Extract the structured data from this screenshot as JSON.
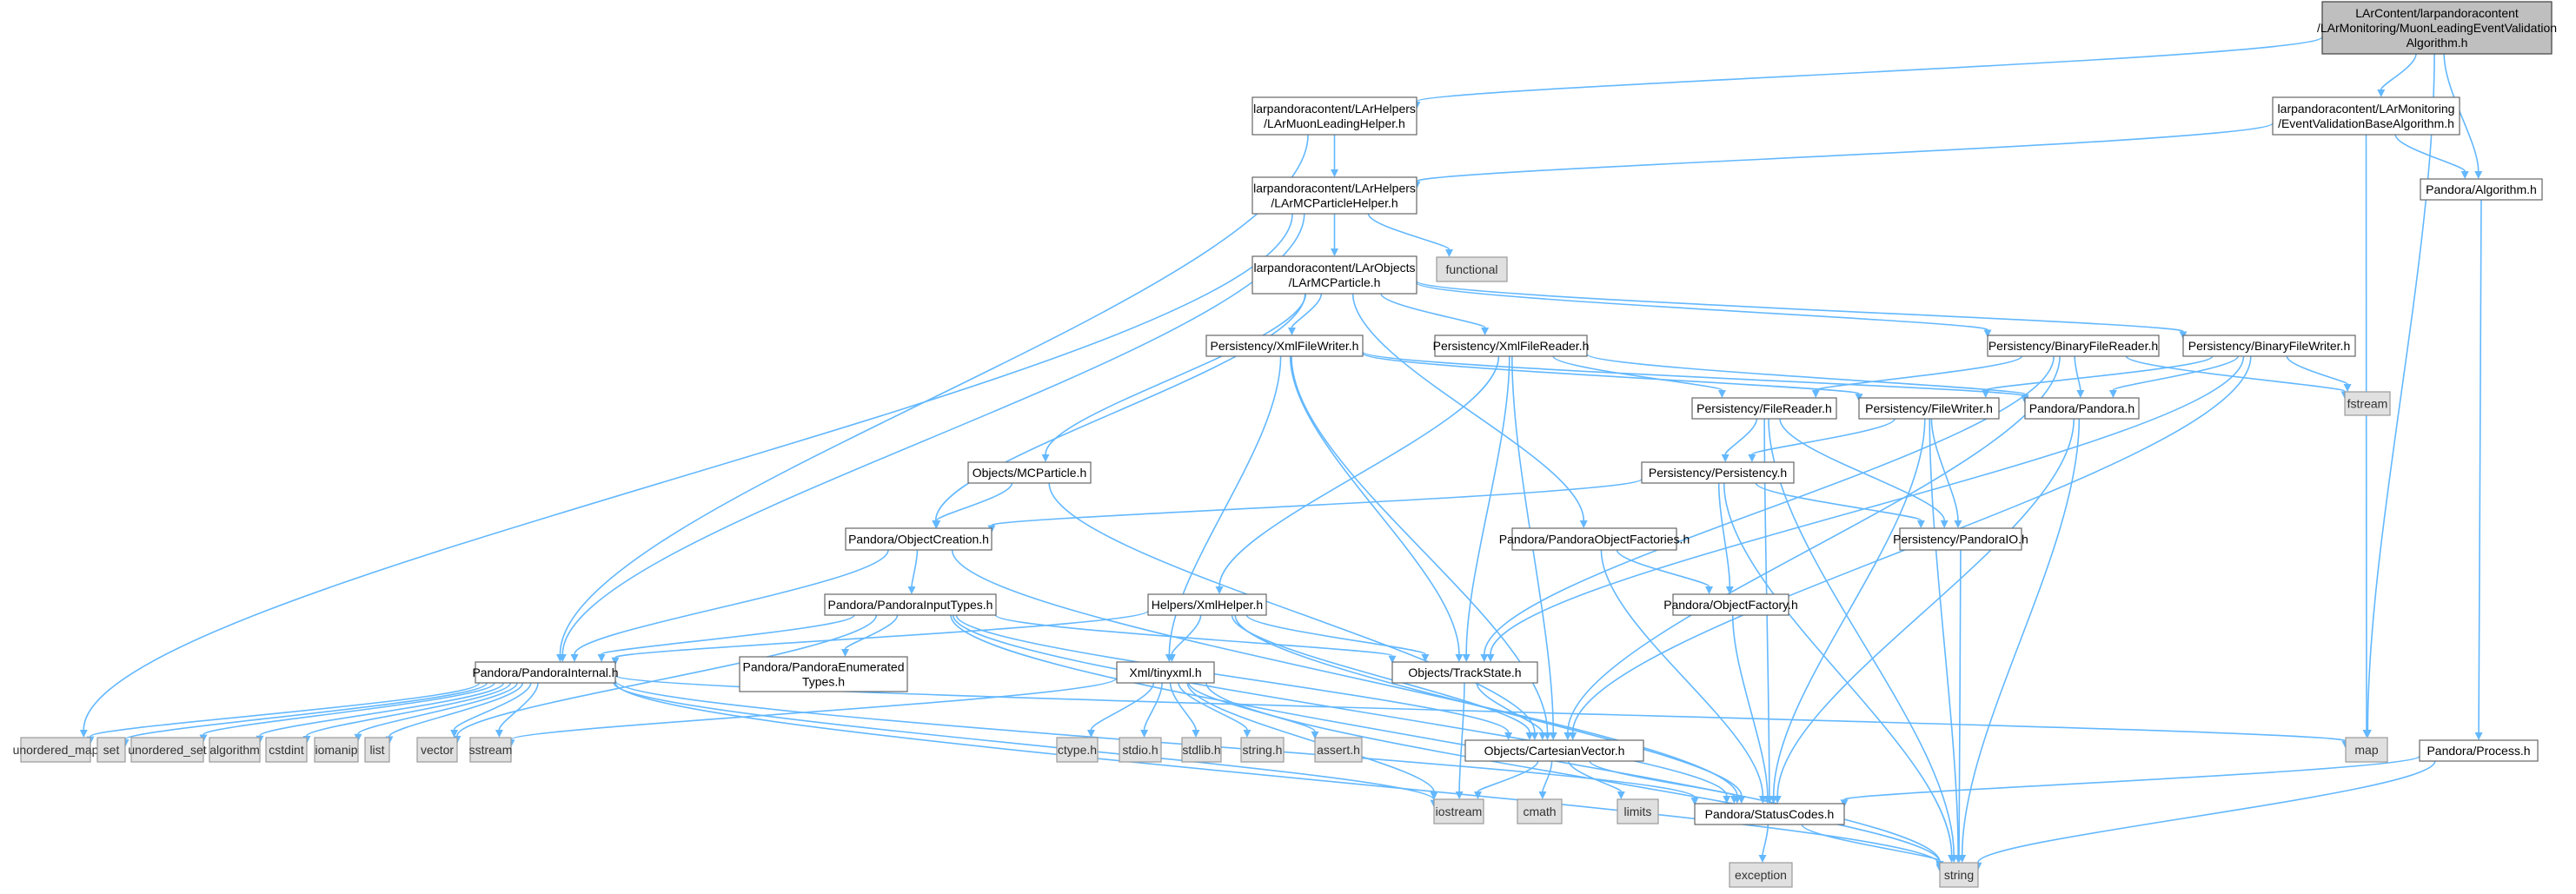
{
  "colors": {
    "edge": "#63b8ff",
    "root_fill": "#bfbfbf",
    "user_fill": "#ffffff",
    "system_fill": "#e0e0e0"
  },
  "nodes": [
    {
      "id": "root",
      "lines": [
        "LArContent/larpandoracontent",
        "/LArMonitoring/MuonLeadingEventValidation",
        "Algorithm.h"
      ],
      "kind": "root"
    },
    {
      "id": "mlh",
      "lines": [
        "larpandoracontent/LArHelpers",
        "/LArMuonLeadingHelper.h"
      ],
      "kind": "user"
    },
    {
      "id": "evba",
      "lines": [
        "larpandoracontent/LArMonitoring",
        "/EventValidationBaseAlgorithm.h"
      ],
      "kind": "user"
    },
    {
      "id": "mcph",
      "lines": [
        "larpandoracontent/LArHelpers",
        "/LArMCParticleHelper.h"
      ],
      "kind": "user"
    },
    {
      "id": "alg",
      "lines": [
        "Pandora/Algorithm.h"
      ],
      "kind": "user"
    },
    {
      "id": "functional",
      "lines": [
        "functional"
      ],
      "kind": "sys"
    },
    {
      "id": "lmcp",
      "lines": [
        "larpandoracontent/LArObjects",
        "/LArMCParticle.h"
      ],
      "kind": "user"
    },
    {
      "id": "xfw",
      "lines": [
        "Persistency/XmlFileWriter.h"
      ],
      "kind": "user"
    },
    {
      "id": "xfr",
      "lines": [
        "Persistency/XmlFileReader.h"
      ],
      "kind": "user"
    },
    {
      "id": "bfr",
      "lines": [
        "Persistency/BinaryFileReader.h"
      ],
      "kind": "user"
    },
    {
      "id": "bfw",
      "lines": [
        "Persistency/BinaryFileWriter.h"
      ],
      "kind": "user"
    },
    {
      "id": "fstream",
      "lines": [
        "fstream"
      ],
      "kind": "sys"
    },
    {
      "id": "fr",
      "lines": [
        "Persistency/FileReader.h"
      ],
      "kind": "user"
    },
    {
      "id": "fw",
      "lines": [
        "Persistency/FileWriter.h"
      ],
      "kind": "user"
    },
    {
      "id": "pandora",
      "lines": [
        "Pandora/Pandora.h"
      ],
      "kind": "user"
    },
    {
      "id": "pers",
      "lines": [
        "Persistency/Persistency.h"
      ],
      "kind": "user"
    },
    {
      "id": "mcp",
      "lines": [
        "Objects/MCParticle.h"
      ],
      "kind": "user"
    },
    {
      "id": "oc",
      "lines": [
        "Pandora/ObjectCreation.h"
      ],
      "kind": "user"
    },
    {
      "id": "pof",
      "lines": [
        "Pandora/PandoraObjectFactories.h"
      ],
      "kind": "user"
    },
    {
      "id": "pio",
      "lines": [
        "Persistency/PandoraIO.h"
      ],
      "kind": "user"
    },
    {
      "id": "pit",
      "lines": [
        "Pandora/PandoraInputTypes.h"
      ],
      "kind": "user"
    },
    {
      "id": "xh",
      "lines": [
        "Helpers/XmlHelper.h"
      ],
      "kind": "user"
    },
    {
      "id": "of",
      "lines": [
        "Pandora/ObjectFactory.h"
      ],
      "kind": "user"
    },
    {
      "id": "pi",
      "lines": [
        "Pandora/PandoraInternal.h"
      ],
      "kind": "user"
    },
    {
      "id": "pet",
      "lines": [
        "Pandora/PandoraEnumerated",
        "Types.h"
      ],
      "kind": "user"
    },
    {
      "id": "tx",
      "lines": [
        "Xml/tinyxml.h"
      ],
      "kind": "user"
    },
    {
      "id": "ts",
      "lines": [
        "Objects/TrackState.h"
      ],
      "kind": "user"
    },
    {
      "id": "umap",
      "lines": [
        "unordered_map"
      ],
      "kind": "sys"
    },
    {
      "id": "set",
      "lines": [
        "set"
      ],
      "kind": "sys"
    },
    {
      "id": "uset",
      "lines": [
        "unordered_set"
      ],
      "kind": "sys"
    },
    {
      "id": "algorithm",
      "lines": [
        "algorithm"
      ],
      "kind": "sys"
    },
    {
      "id": "cstdint",
      "lines": [
        "cstdint"
      ],
      "kind": "sys"
    },
    {
      "id": "iomanip",
      "lines": [
        "iomanip"
      ],
      "kind": "sys"
    },
    {
      "id": "list",
      "lines": [
        "list"
      ],
      "kind": "sys"
    },
    {
      "id": "vector",
      "lines": [
        "vector"
      ],
      "kind": "sys"
    },
    {
      "id": "sstream",
      "lines": [
        "sstream"
      ],
      "kind": "sys"
    },
    {
      "id": "ctype",
      "lines": [
        "ctype.h"
      ],
      "kind": "sys"
    },
    {
      "id": "stdio",
      "lines": [
        "stdio.h"
      ],
      "kind": "sys"
    },
    {
      "id": "stdlib",
      "lines": [
        "stdlib.h"
      ],
      "kind": "sys"
    },
    {
      "id": "stringh",
      "lines": [
        "string.h"
      ],
      "kind": "sys"
    },
    {
      "id": "asserth",
      "lines": [
        "assert.h"
      ],
      "kind": "sys"
    },
    {
      "id": "cv",
      "lines": [
        "Objects/CartesianVector.h"
      ],
      "kind": "user"
    },
    {
      "id": "map",
      "lines": [
        "map"
      ],
      "kind": "sys"
    },
    {
      "id": "proc",
      "lines": [
        "Pandora/Process.h"
      ],
      "kind": "user"
    },
    {
      "id": "iostream",
      "lines": [
        "iostream"
      ],
      "kind": "sys"
    },
    {
      "id": "cmath",
      "lines": [
        "cmath"
      ],
      "kind": "sys"
    },
    {
      "id": "limits",
      "lines": [
        "limits"
      ],
      "kind": "sys"
    },
    {
      "id": "sc",
      "lines": [
        "Pandora/StatusCodes.h"
      ],
      "kind": "user"
    },
    {
      "id": "exception",
      "lines": [
        "exception"
      ],
      "kind": "sys"
    },
    {
      "id": "string",
      "lines": [
        "string"
      ],
      "kind": "sys"
    }
  ],
  "edges": [
    [
      "root",
      "mlh"
    ],
    [
      "root",
      "evba"
    ],
    [
      "root",
      "alg"
    ],
    [
      "root",
      "map"
    ],
    [
      "mlh",
      "mcph"
    ],
    [
      "mlh",
      "pi"
    ],
    [
      "evba",
      "mcph"
    ],
    [
      "evba",
      "alg"
    ],
    [
      "evba",
      "map"
    ],
    [
      "mcph",
      "functional"
    ],
    [
      "mcph",
      "lmcp"
    ],
    [
      "mcph",
      "pi"
    ],
    [
      "mcph",
      "umap"
    ],
    [
      "alg",
      "proc"
    ],
    [
      "lmcp",
      "xfw"
    ],
    [
      "lmcp",
      "xfr"
    ],
    [
      "lmcp",
      "bfr"
    ],
    [
      "lmcp",
      "bfw"
    ],
    [
      "lmcp",
      "mcp"
    ],
    [
      "lmcp",
      "oc"
    ],
    [
      "lmcp",
      "pof"
    ],
    [
      "xfw",
      "fw"
    ],
    [
      "xfw",
      "pandora"
    ],
    [
      "xfw",
      "tx"
    ],
    [
      "xfw",
      "ts"
    ],
    [
      "xfw",
      "cv"
    ],
    [
      "xfr",
      "fr"
    ],
    [
      "xfr",
      "pandora"
    ],
    [
      "xfr",
      "xh"
    ],
    [
      "xfr",
      "ts"
    ],
    [
      "xfr",
      "cv"
    ],
    [
      "bfr",
      "fr"
    ],
    [
      "bfr",
      "pandora"
    ],
    [
      "bfr",
      "fstream"
    ],
    [
      "bfr",
      "ts"
    ],
    [
      "bfr",
      "cv"
    ],
    [
      "bfw",
      "fw"
    ],
    [
      "bfw",
      "pandora"
    ],
    [
      "bfw",
      "fstream"
    ],
    [
      "bfw",
      "ts"
    ],
    [
      "bfw",
      "cv"
    ],
    [
      "fr",
      "pers"
    ],
    [
      "fr",
      "pio"
    ],
    [
      "fr",
      "sc"
    ],
    [
      "fr",
      "string"
    ],
    [
      "fw",
      "pers"
    ],
    [
      "fw",
      "pio"
    ],
    [
      "fw",
      "sc"
    ],
    [
      "fw",
      "string"
    ],
    [
      "pandora",
      "sc"
    ],
    [
      "pandora",
      "string"
    ],
    [
      "pers",
      "oc"
    ],
    [
      "pers",
      "pio"
    ],
    [
      "pers",
      "of"
    ],
    [
      "pers",
      "string"
    ],
    [
      "mcp",
      "oc"
    ],
    [
      "mcp",
      "cv"
    ],
    [
      "oc",
      "pit"
    ],
    [
      "oc",
      "pi"
    ],
    [
      "oc",
      "sc"
    ],
    [
      "pof",
      "of"
    ],
    [
      "pof",
      "sc"
    ],
    [
      "pio",
      "string"
    ],
    [
      "pit",
      "pet"
    ],
    [
      "pit",
      "pi"
    ],
    [
      "pit",
      "ts"
    ],
    [
      "pit",
      "cv"
    ],
    [
      "pit",
      "sc"
    ],
    [
      "pit",
      "string"
    ],
    [
      "pit",
      "vector"
    ],
    [
      "xh",
      "tx"
    ],
    [
      "xh",
      "ts"
    ],
    [
      "xh",
      "cv"
    ],
    [
      "xh",
      "sc"
    ],
    [
      "xh",
      "pi"
    ],
    [
      "of",
      "sc"
    ],
    [
      "pi",
      "umap"
    ],
    [
      "pi",
      "set"
    ],
    [
      "pi",
      "uset"
    ],
    [
      "pi",
      "algorithm"
    ],
    [
      "pi",
      "cstdint"
    ],
    [
      "pi",
      "iomanip"
    ],
    [
      "pi",
      "list"
    ],
    [
      "pi",
      "vector"
    ],
    [
      "pi",
      "sstream"
    ],
    [
      "pi",
      "map"
    ],
    [
      "pi",
      "iostream"
    ],
    [
      "pi",
      "string"
    ],
    [
      "pi",
      "sc"
    ],
    [
      "tx",
      "ctype"
    ],
    [
      "tx",
      "stdio"
    ],
    [
      "tx",
      "stdlib"
    ],
    [
      "tx",
      "stringh"
    ],
    [
      "tx",
      "asserth"
    ],
    [
      "tx",
      "sstream"
    ],
    [
      "tx",
      "iostream"
    ],
    [
      "tx",
      "string"
    ],
    [
      "ts",
      "cv"
    ],
    [
      "ts",
      "iostream"
    ],
    [
      "cv",
      "cmath"
    ],
    [
      "cv",
      "iostream"
    ],
    [
      "cv",
      "limits"
    ],
    [
      "cv",
      "sc"
    ],
    [
      "proc",
      "sc"
    ],
    [
      "proc",
      "string"
    ],
    [
      "sc",
      "exception"
    ],
    [
      "sc",
      "string"
    ]
  ]
}
